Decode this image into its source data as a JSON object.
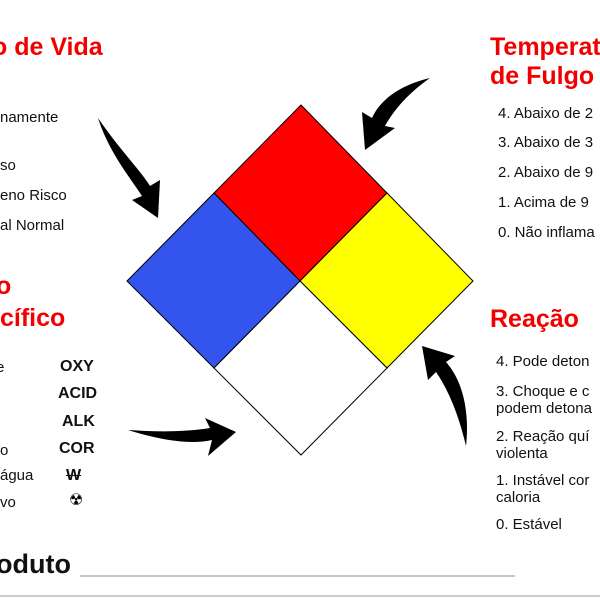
{
  "health": {
    "title": "o de Vida",
    "items": [
      "namente",
      "so",
      "eno Risco",
      "al Normal"
    ]
  },
  "specific": {
    "title_line1": "o",
    "title_line2": "cífico",
    "items": [
      "e",
      "o",
      "água",
      "vo"
    ],
    "symbols": [
      "OXY",
      "ACID",
      "ALK",
      "COR",
      "W"
    ],
    "radiation_icon": "radiation-icon"
  },
  "flash": {
    "title_line1": "Temperat",
    "title_line2": "de Fulgo",
    "items": [
      "4. Abaixo de 2",
      "3. Abaixo de 3",
      "2. Abaixo de 9",
      "1. Acima de 9",
      "0. Não inflama"
    ]
  },
  "reaction": {
    "title": "Reação",
    "items": [
      "4. Pode deton",
      "3. Choque e c\npodem detona",
      "2. Reação quí\nviolenta",
      "1. Instável cor\ncaloria",
      "0. Estável"
    ]
  },
  "product": {
    "label": "oduto"
  },
  "colors": {
    "health": "#3355ee",
    "flammability": "#ff0000",
    "reactivity": "#ffff00",
    "special": "#ffffff",
    "accent": "#f20000"
  }
}
